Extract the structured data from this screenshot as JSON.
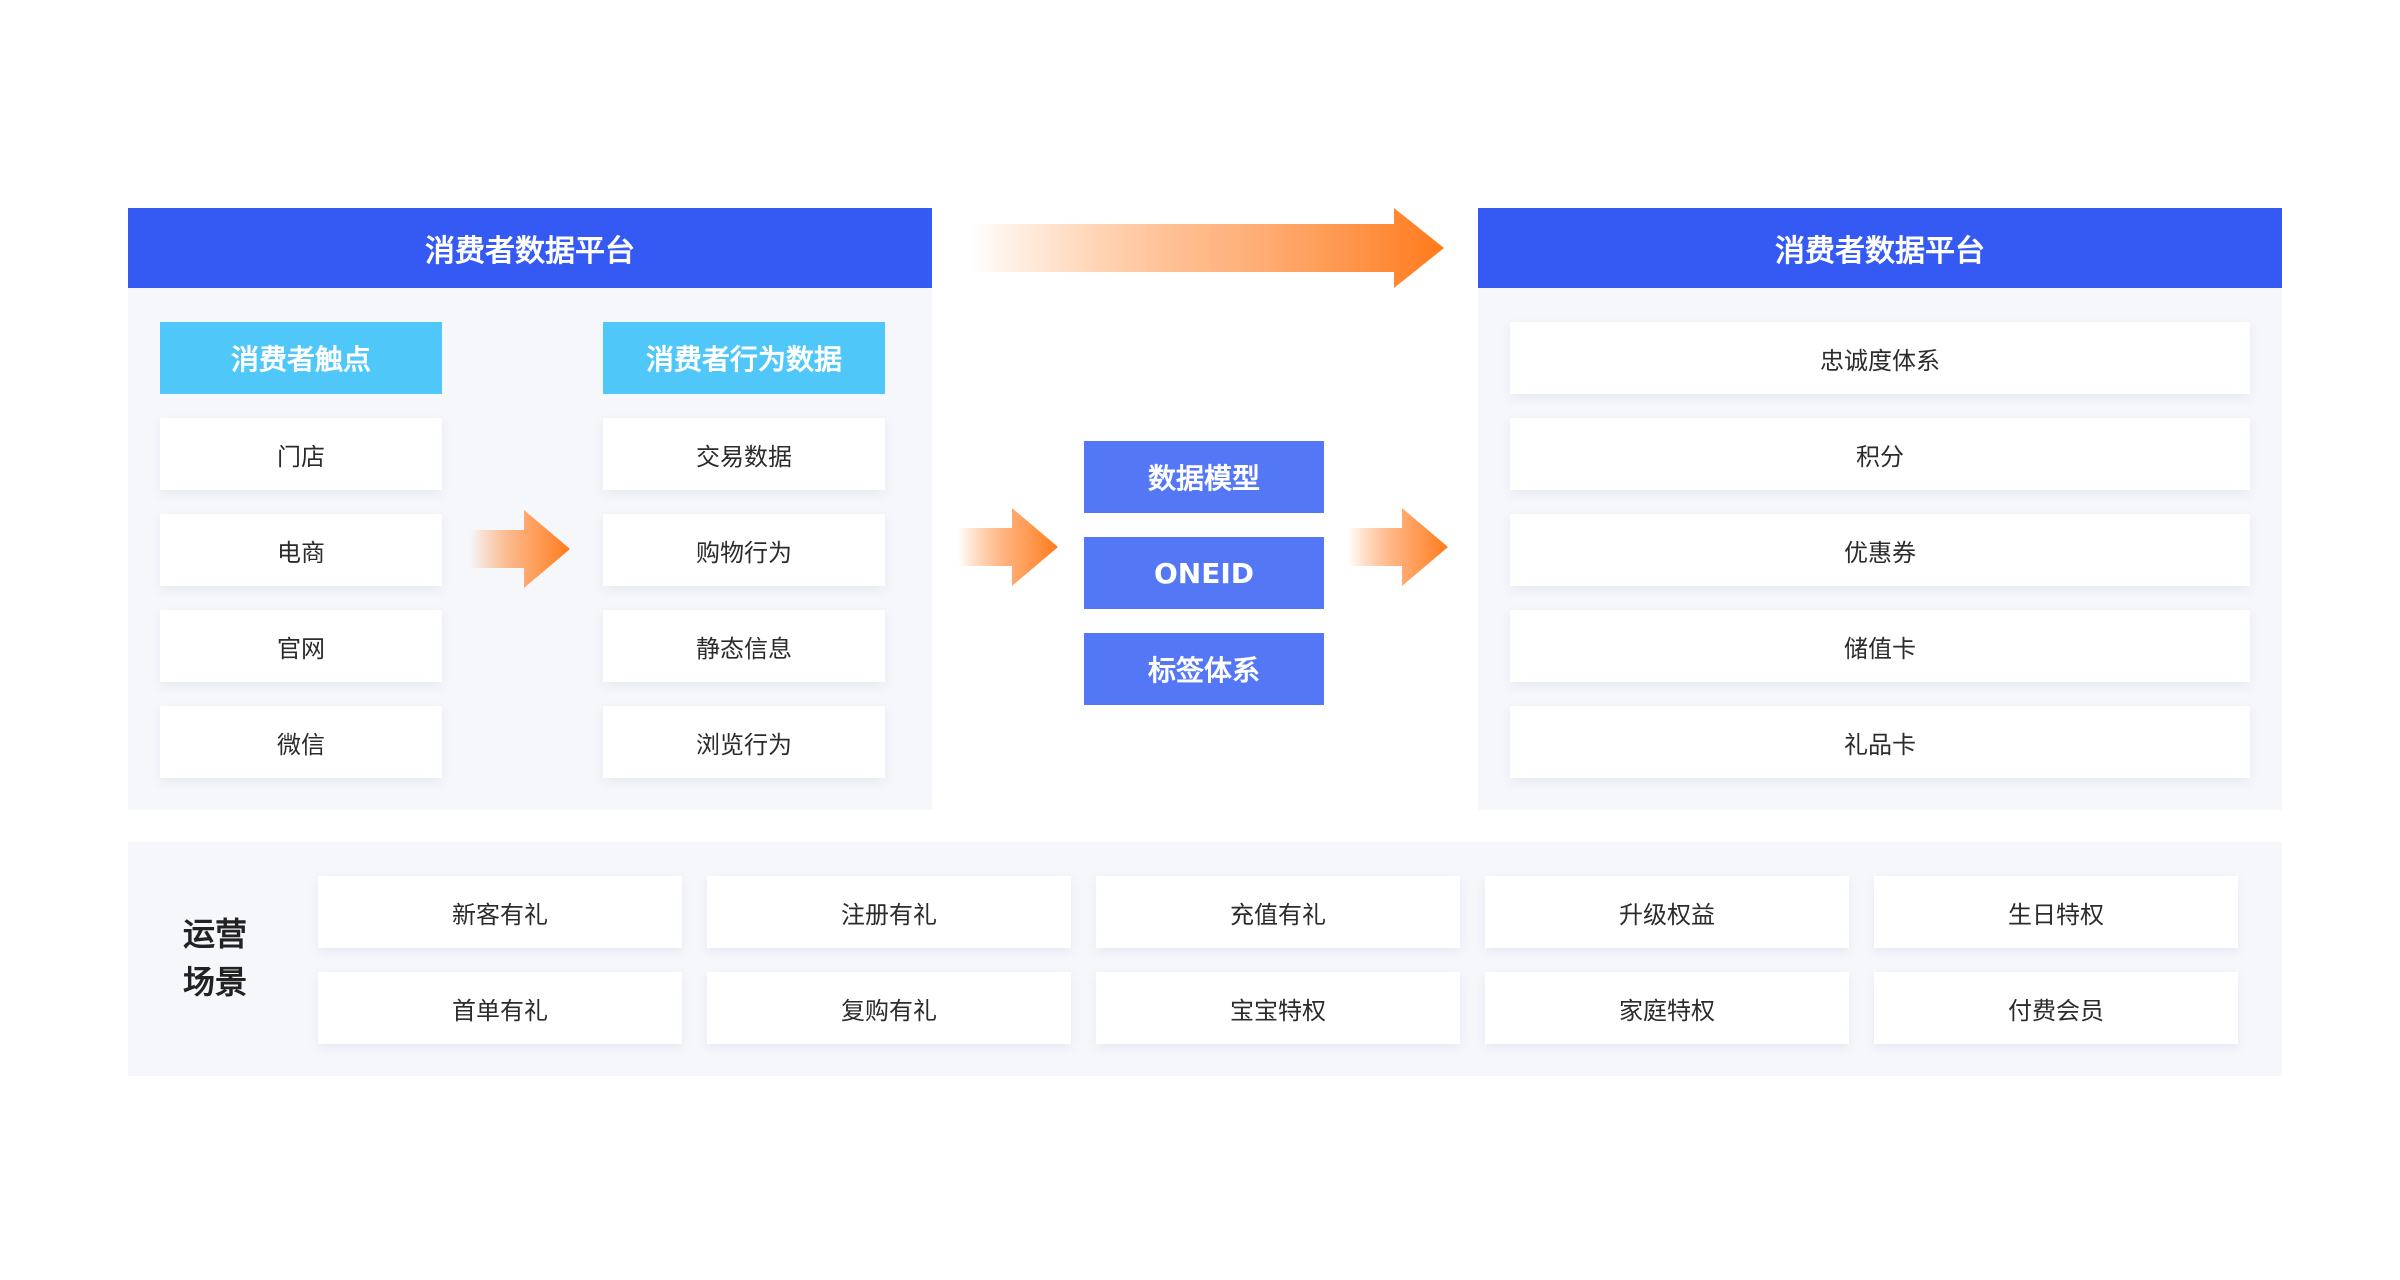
{
  "left_platform": {
    "title": "消费者数据平台",
    "touchpoints": {
      "heading": "消费者触点",
      "items": [
        "门店",
        "电商",
        "官网",
        "微信"
      ]
    },
    "behavior": {
      "heading": "消费者行为数据",
      "items": [
        "交易数据",
        "购物行为",
        "静态信息",
        "浏览行为"
      ]
    }
  },
  "middle": {
    "items": [
      "数据模型",
      "ONEID",
      "标签体系"
    ]
  },
  "right_platform": {
    "title": "消费者数据平台",
    "items": [
      "忠诚度体系",
      "积分",
      "优惠券",
      "储值卡",
      "礼品卡"
    ]
  },
  "operations": {
    "label_line1": "运营",
    "label_line2": "场景",
    "row1": [
      "新客有礼",
      "注册有礼",
      "充值有礼",
      "升级权益",
      "生日特权"
    ],
    "row2": [
      "首单有礼",
      "复购有礼",
      "宝宝特权",
      "家庭特权",
      "付费会员"
    ]
  },
  "colors": {
    "header_blue": "#3559f3",
    "cyan": "#4fc7f9",
    "mid_blue": "#5477f5",
    "arrow_orange": "#ff7a1a",
    "panel_bg": "#f5f7fb"
  }
}
